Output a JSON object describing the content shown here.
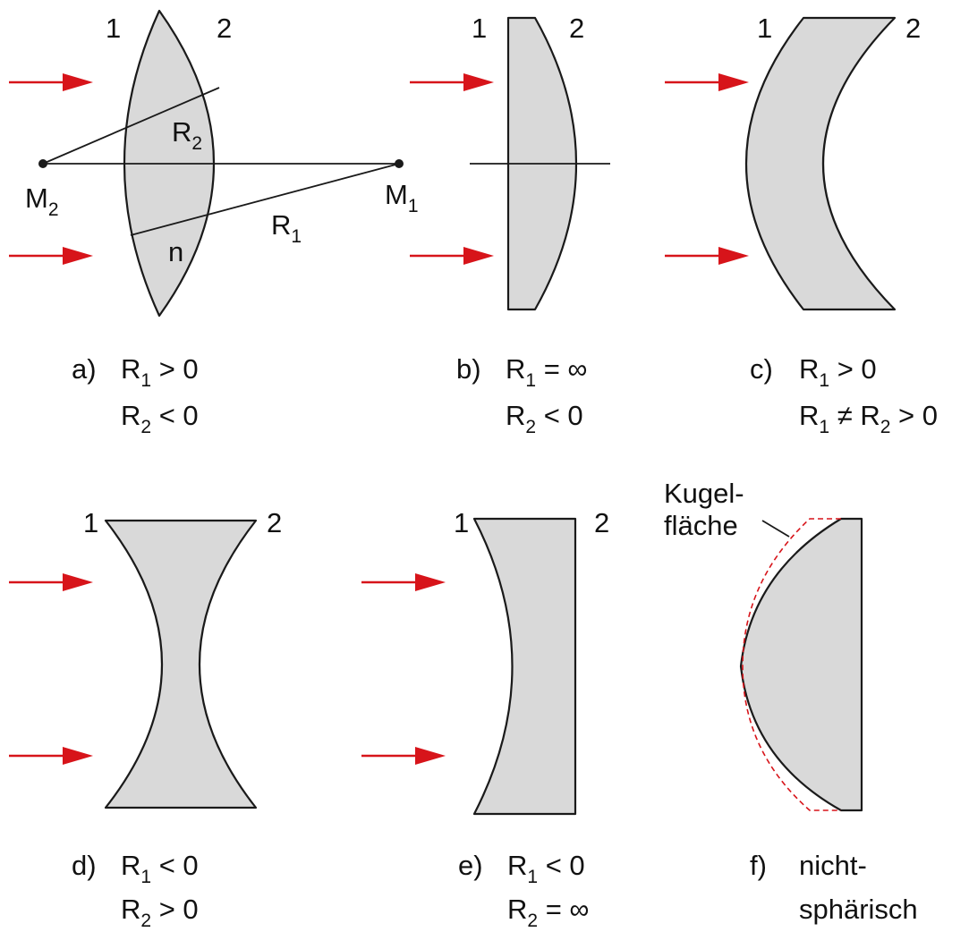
{
  "panels": {
    "a": {
      "surface1": "1",
      "surface2": "2",
      "center2": {
        "main": "M",
        "sub": "2"
      },
      "center1": {
        "main": "M",
        "sub": "1"
      },
      "radius2": {
        "main": "R",
        "sub": "2"
      },
      "radius1": {
        "main": "R",
        "sub": "1"
      },
      "index": "n",
      "caption": {
        "letter": "a)",
        "line1": {
          "main": "R",
          "sub": "1",
          "rest": " > 0"
        },
        "line2": {
          "main": "R",
          "sub": "2",
          "rest": " < 0"
        }
      }
    },
    "b": {
      "surface1": "1",
      "surface2": "2",
      "caption": {
        "letter": "b)",
        "line1": {
          "main": "R",
          "sub": "1",
          "rest": " = ∞"
        },
        "line2": {
          "main": "R",
          "sub": "2",
          "rest": " < 0"
        }
      }
    },
    "c": {
      "surface1": "1",
      "surface2": "2",
      "caption": {
        "letter": "c)",
        "line1": {
          "main": "R",
          "sub": "1",
          "rest": " > 0"
        },
        "line2": {
          "main": "R",
          "sub": "1",
          "mid": " ≠ R",
          "sub2": "2",
          "rest": " > 0"
        }
      }
    },
    "d": {
      "surface1": "1",
      "surface2": "2",
      "caption": {
        "letter": "d)",
        "line1": {
          "main": "R",
          "sub": "1",
          "rest": " < 0"
        },
        "line2": {
          "main": "R",
          "sub": "2",
          "rest": " > 0"
        }
      }
    },
    "e": {
      "surface1": "1",
      "surface2": "2",
      "caption": {
        "letter": "e)",
        "line1": {
          "main": "R",
          "sub": "1",
          "rest": " < 0"
        },
        "line2": {
          "main": "R",
          "sub": "2",
          "rest": " = ∞"
        }
      }
    },
    "f": {
      "note_line1": "Kugel-",
      "note_line2": "fläche",
      "caption": {
        "letter": "f)",
        "line1": "nicht-",
        "line2": "sphärisch"
      }
    }
  },
  "colors": {
    "arrow": "#d7141a",
    "lens_fill": "#d9d9d9",
    "outline": "#1a1a1a"
  }
}
